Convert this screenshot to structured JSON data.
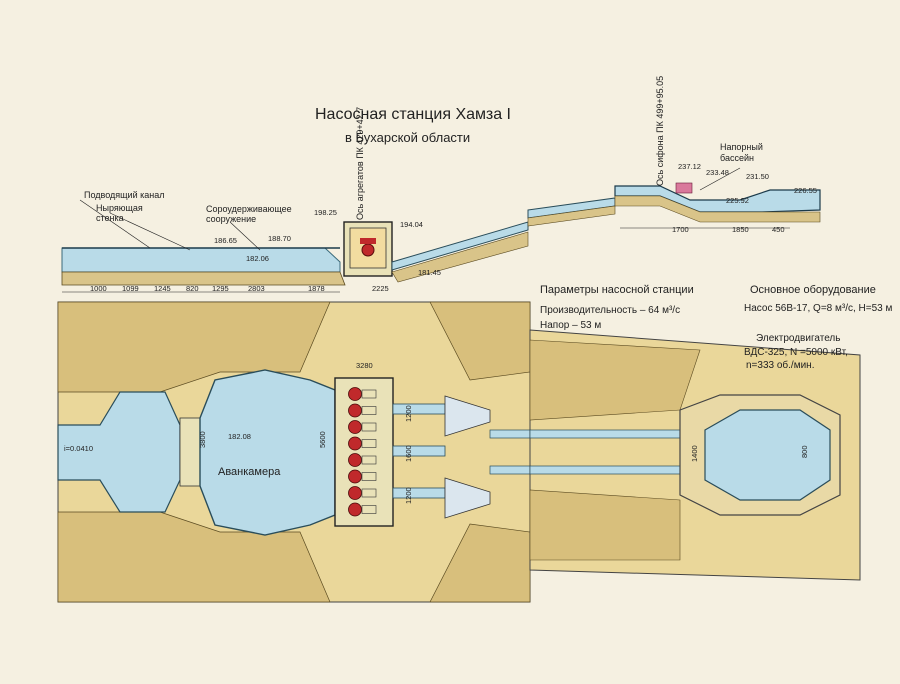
{
  "title": "Насосная станция Хамза I",
  "subtitle": "в Бухарской области",
  "profile": {
    "labels": {
      "inlet_canal": "Подводящий канал",
      "diving_wall": "Ныряющая стенка",
      "trash_rack": "Сороудерживающее сооружение",
      "head_basin": "Напорный бассейн",
      "unit_axis": "Ось агрегатов ПК 429+42.7",
      "siphon_axis": "Ось сифона ПК 499+95.05"
    },
    "elevations": [
      "198.25",
      "194.04",
      "186.65",
      "188.70",
      "182.06",
      "181.45",
      "237.12",
      "233.48",
      "231.50",
      "225.92",
      "226.55"
    ],
    "dims_inlet": [
      "1000",
      "1099",
      "1245",
      "820",
      "1295",
      "2803",
      "1878",
      "2225"
    ],
    "dims_basin": [
      "1700",
      "1850",
      "450"
    ]
  },
  "params": {
    "header": "Параметры насосной станции",
    "capacity": "Производительность – 64 м³/с",
    "head": "Напор               – 53 м"
  },
  "equipment": {
    "header": "Основное оборудование",
    "pump": "Насос 56В-17, Q=8 м³/с, H=53 м",
    "motor_label": "Электродвигатель",
    "motor_spec": "ВДС-325, N =5000 кВт,",
    "motor_speed": "n=333 об./мин."
  },
  "plan": {
    "forebay": "Аванкамера",
    "elev": "182.08",
    "dims": [
      "3280",
      "3800",
      "5600",
      "1200",
      "1600",
      "1200",
      "1400",
      "800"
    ],
    "slope": "i=0.0410"
  },
  "pump_count": 8,
  "colors": {
    "paper": "#f5f0e1",
    "water": "#b9dbe8",
    "ground": "#ead79a",
    "pump": "#c0292b"
  }
}
